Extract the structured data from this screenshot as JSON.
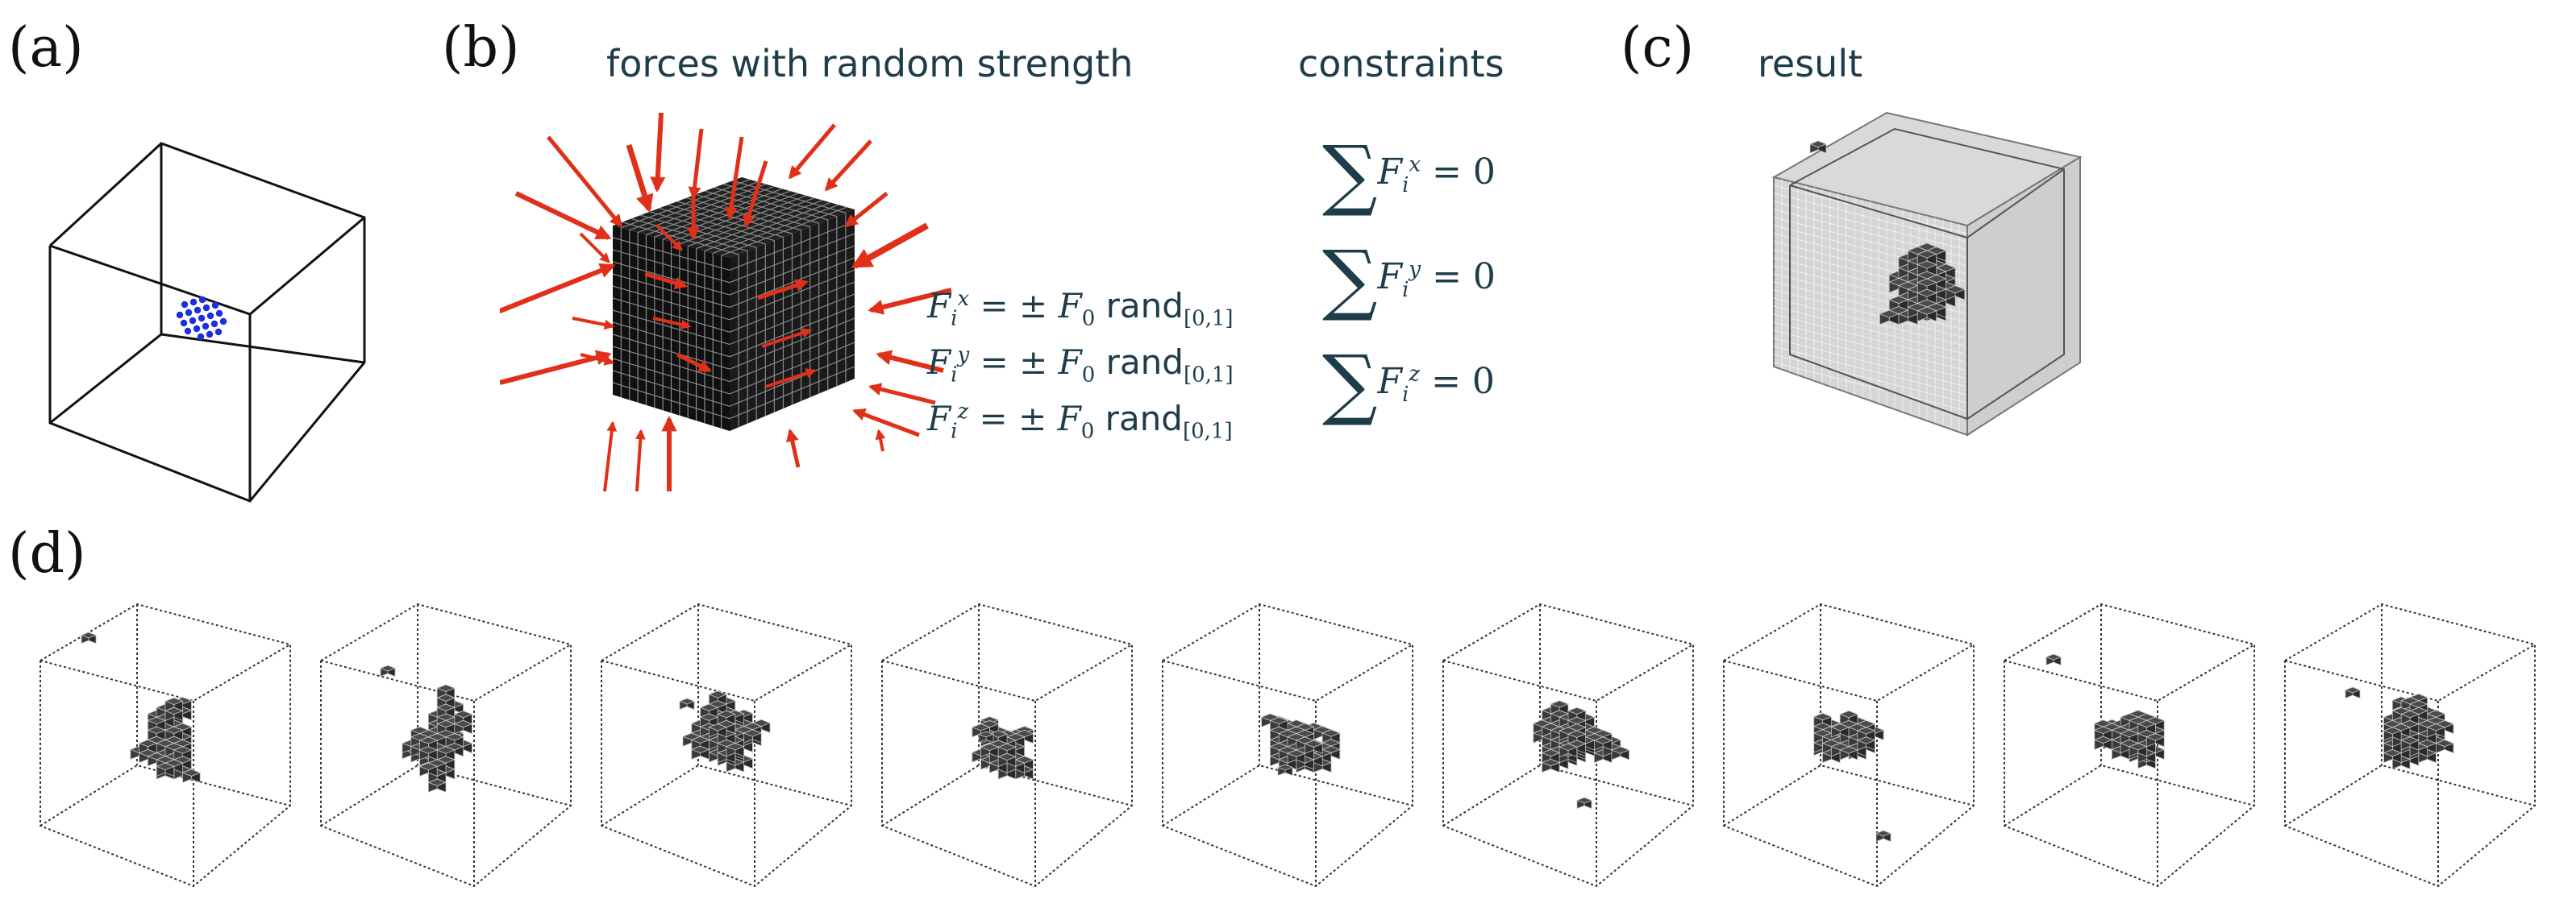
{
  "panels": {
    "a": {
      "label": "(a)"
    },
    "b": {
      "label": "(b)",
      "title": "forces with random strength",
      "equations": [
        {
          "axis": "x",
          "prefix": "F",
          "sub": "i",
          "sup": "x",
          "rhs_mid": " = ± ",
          "F0": "F",
          "F0_sub": "0",
          "rand": " rand",
          "range": "[0,1]"
        },
        {
          "axis": "y",
          "prefix": "F",
          "sub": "i",
          "sup": "y",
          "rhs_mid": " = ± ",
          "F0": "F",
          "F0_sub": "0",
          "rand": " rand",
          "range": "[0,1]"
        },
        {
          "axis": "z",
          "prefix": "F",
          "sub": "i",
          "sup": "z",
          "rhs_mid": " = ± ",
          "F0": "F",
          "F0_sub": "0",
          "rand": " rand",
          "range": "[0,1]"
        }
      ]
    },
    "constraints": {
      "title": "constraints",
      "items": [
        {
          "sigma": "∑",
          "F": "F",
          "sub": "i",
          "sup": "x",
          "rhs": " = 0"
        },
        {
          "sigma": "∑",
          "F": "F",
          "sub": "i",
          "sup": "y",
          "rhs": " = 0"
        },
        {
          "sigma": "∑",
          "F": "F",
          "sub": "i",
          "sup": "z",
          "rhs": " = 0"
        }
      ]
    },
    "c": {
      "label": "(c)",
      "title": "result"
    },
    "d": {
      "label": "(d)"
    }
  },
  "colors": {
    "force_arrow": "#e0301a",
    "cube_fill": "#111111",
    "voxel_dark": "#2e2e2e",
    "seed_points": "#1b2fe0",
    "caption": "#1f3c4a"
  }
}
